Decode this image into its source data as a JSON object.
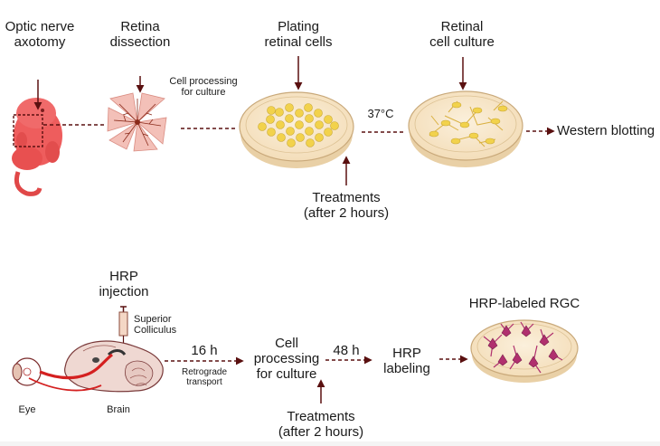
{
  "top": {
    "step_axotomy": [
      "Optic nerve",
      "axotomy"
    ],
    "step_dissection": [
      "Retina",
      "dissection"
    ],
    "processing": [
      "Cell processing",
      "for culture"
    ],
    "step_plating": [
      "Plating",
      "retinal cells"
    ],
    "temperature": "37°C",
    "step_culture": [
      "Retinal",
      "cell culture"
    ],
    "output": "Western blotting",
    "treatments": [
      "Treatments",
      "(after 2 hours)"
    ]
  },
  "bottom": {
    "injection": [
      "HRP",
      "injection"
    ],
    "colliculus": [
      "Superior",
      "Colliculus"
    ],
    "eye": "Eye",
    "brain": "Brain",
    "time_transport": "16 h",
    "transport": [
      "Retrograde",
      "transport"
    ],
    "processing": [
      "Cell",
      "processing",
      "for culture"
    ],
    "time_labeling": "48 h",
    "labeling": [
      "HRP",
      "labeling"
    ],
    "output": "HRP-labeled RGC",
    "treatments": [
      "Treatments",
      "(after 2 hours)"
    ]
  },
  "colors": {
    "arrow": "#5a1010",
    "dish_fill": "#f8e7c9",
    "pup": "#ee5d5d",
    "neuron": "#b0306e"
  }
}
